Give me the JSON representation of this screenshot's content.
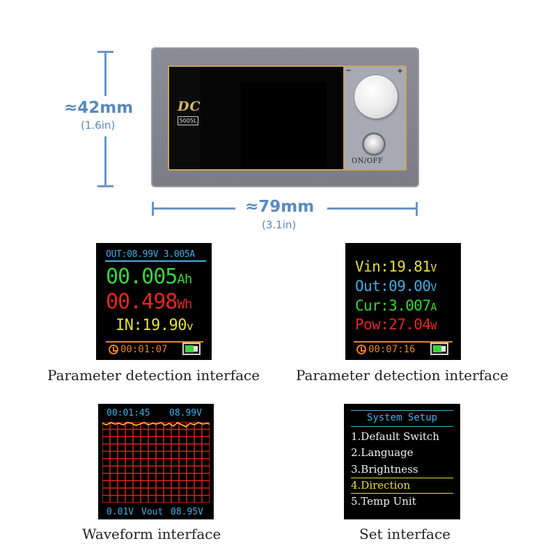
{
  "dimensions": {
    "height_label": "≈42mm",
    "height_sub": "(1.6in)",
    "width_label": "≈79mm",
    "width_sub": "(3.1in)"
  },
  "device": {
    "logo": "DC",
    "model": "5005L",
    "minus": "−",
    "plus": "+",
    "switch_label": "ON/OFF"
  },
  "screens": {
    "param1": {
      "caption": "Parameter detection interface",
      "top_readout": "OUT:08.99V 3.005A",
      "ah_value": "00.005",
      "ah_unit": "Ah",
      "wh_value": "00.498",
      "wh_unit": "Wh",
      "in_value": "IN:19.90",
      "in_unit": "v",
      "timer": "00:01:07"
    },
    "param2": {
      "caption": "Parameter detection interface",
      "vin": "Vin:19.81",
      "vin_unit": "V",
      "out": "Out:09.00",
      "out_unit": "V",
      "cur": "Cur:3.007",
      "cur_unit": "A",
      "pow": "Pow:27.04",
      "pow_unit": "W",
      "timer": "00:07:16"
    },
    "waveform": {
      "caption": "Waveform interface",
      "time": "00:01:45",
      "voltage_top": "08.99V",
      "min_v": "0.01V",
      "vout_label": "Vout",
      "vout_value": "08.95V"
    },
    "settings": {
      "caption": "Set interface",
      "title": "System Setup",
      "items": [
        "1.Default Switch",
        "2.Language",
        "3.Brightness",
        "4.Direction",
        "5.Temp Unit"
      ],
      "selected_index": 3
    }
  },
  "colors": {
    "dimension_blue": "#5a88bf",
    "lcd_cyan": "#3fb0e8",
    "lcd_green": "#34d63a",
    "lcd_red": "#e5261e",
    "lcd_yellow": "#e5e037",
    "lcd_orange": "#e8841a",
    "bezel_gold": "#c9a64e"
  }
}
